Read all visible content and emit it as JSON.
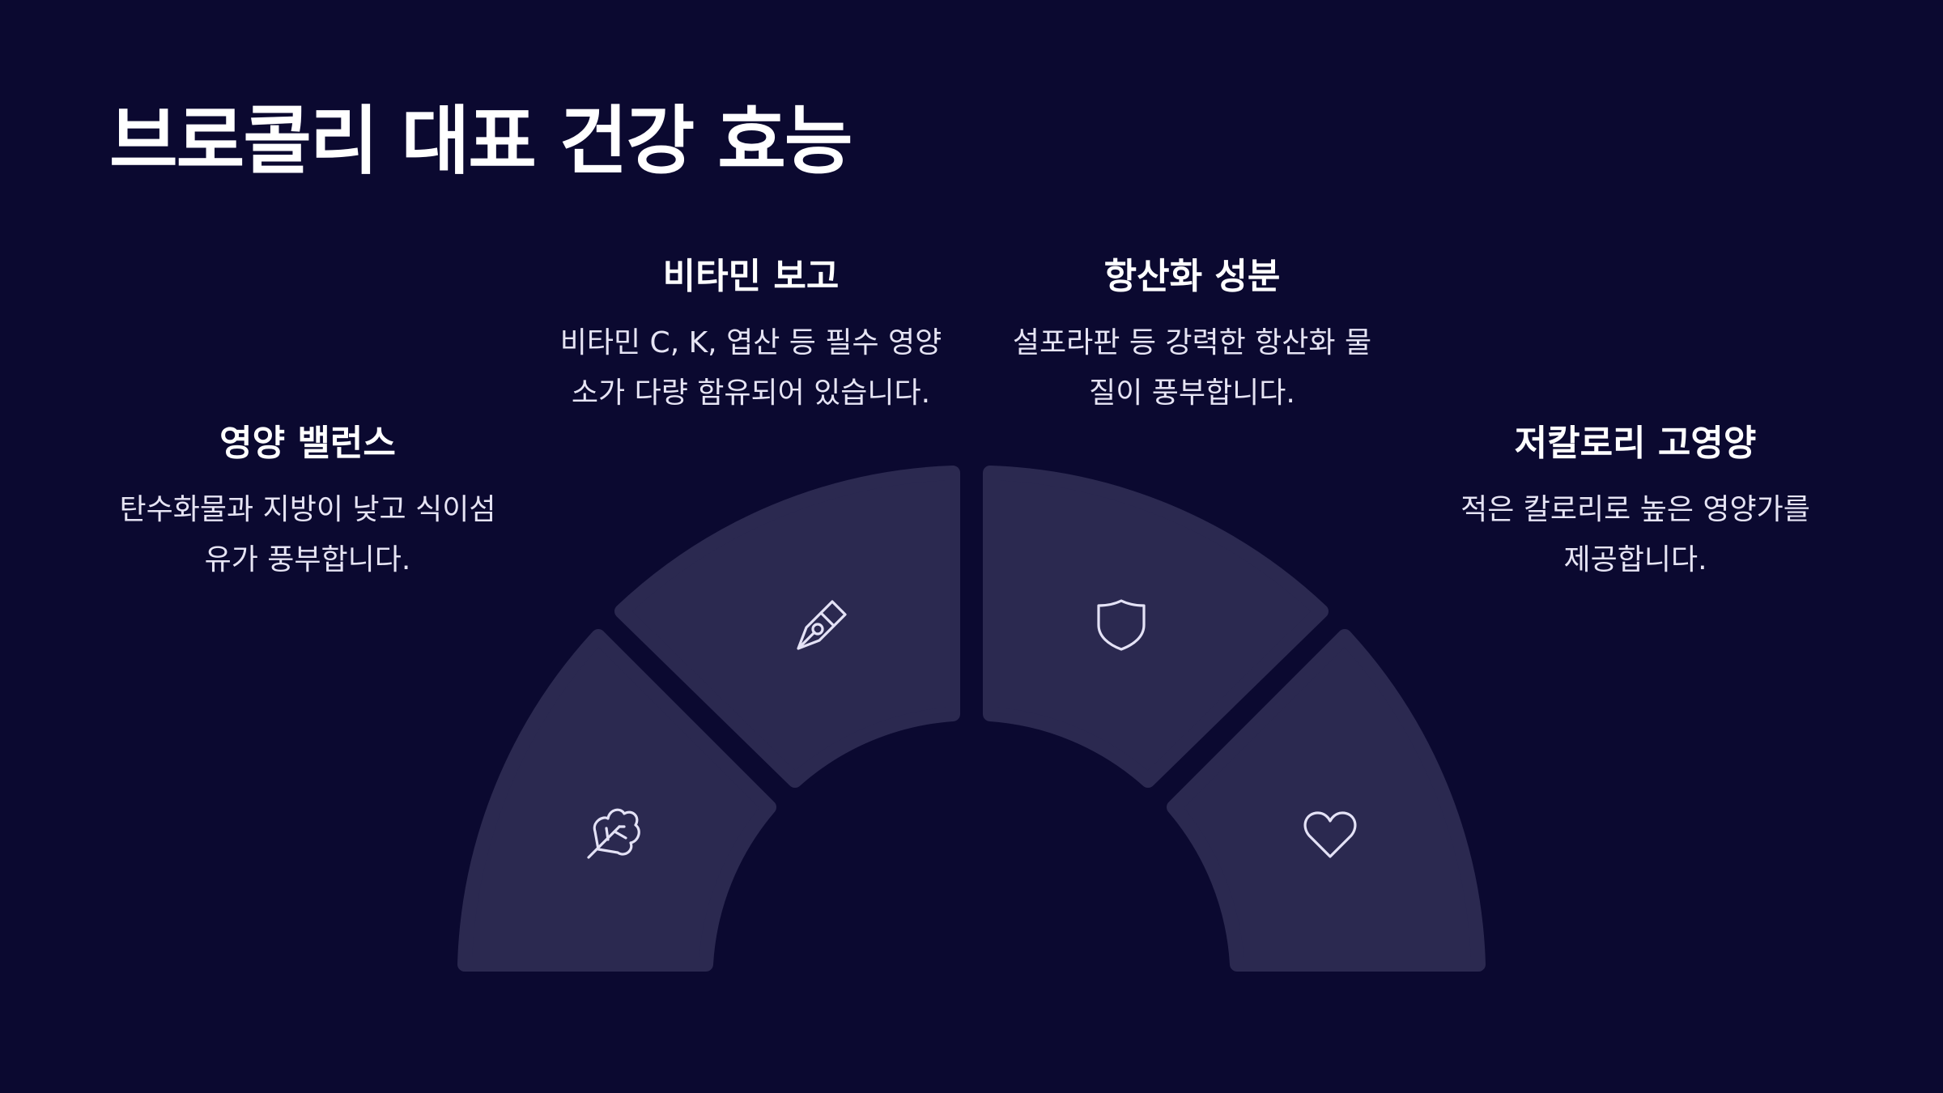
{
  "slide": {
    "title": "브로콜리 대표 건강 효능"
  },
  "segments": [
    {
      "title": "영양 밸런스",
      "desc_lines": [
        "탄수화물과 지방이 낮고 식이섬",
        "유가 풍부합니다."
      ],
      "icon": "leaf-icon"
    },
    {
      "title": "비타민 보고",
      "desc_lines": [
        "비타민 C, K, 엽산 등 필수 영양",
        "소가 다량 함유되어 있습니다."
      ],
      "icon": "pen-nib-icon"
    },
    {
      "title": "항산화 성분",
      "desc_lines": [
        "설포라판 등 강력한 항산화 물",
        "질이 풍부합니다."
      ],
      "icon": "shield-icon"
    },
    {
      "title": "저칼로리 고영양",
      "desc_lines": [
        "적은 칼로리로 높은 영양가를",
        "제공합니다."
      ],
      "icon": "heart-icon"
    }
  ],
  "colors": {
    "background": "#0b0930",
    "segment_fill": "#2b2950",
    "icon_stroke": "#e4e2f6",
    "text_primary": "#ffffff",
    "text_secondary": "#e6e4f4"
  }
}
